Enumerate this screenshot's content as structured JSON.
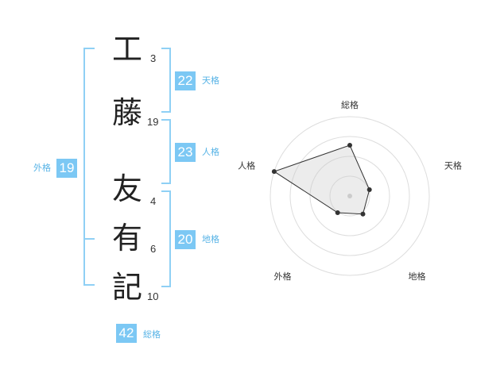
{
  "name": {
    "characters": [
      {
        "char": "工",
        "strokes": "3"
      },
      {
        "char": "藤",
        "strokes": "19"
      },
      {
        "char": "友",
        "strokes": "4"
      },
      {
        "char": "有",
        "strokes": "6"
      },
      {
        "char": "記",
        "strokes": "10"
      }
    ]
  },
  "fortune": {
    "tenkaku": {
      "value": "22",
      "label": "天格"
    },
    "jinkaku": {
      "value": "23",
      "label": "人格"
    },
    "chikaku": {
      "value": "20",
      "label": "地格"
    },
    "gaikaku": {
      "value": "19",
      "label": "外格"
    },
    "soukaku": {
      "value": "42",
      "label": "総格"
    }
  },
  "colors": {
    "badge": "#7cc8f4",
    "bracket": "#8fd0f5",
    "label": "#57b3e6"
  },
  "chart_data": {
    "type": "radar",
    "axes": [
      "総格",
      "天格",
      "地格",
      "外格",
      "人格"
    ],
    "values": [
      0.64,
      0.26,
      0.28,
      0.26,
      1.0
    ],
    "rings": 4
  }
}
